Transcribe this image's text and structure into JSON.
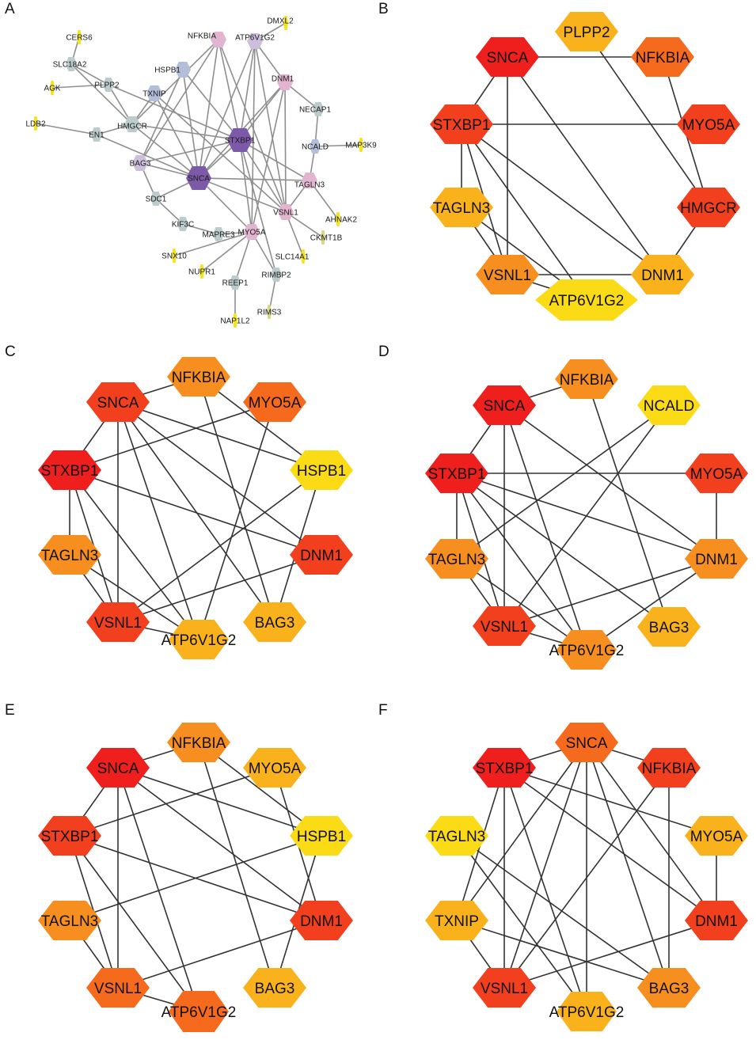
{
  "panel_letters": [
    "A",
    "B",
    "C",
    "D",
    "E",
    "F"
  ],
  "colors": {
    "edge": "#333333",
    "edge_network": "#8f8f8f",
    "score_scale": [
      "#ee1f1c",
      "#f2401f",
      "#f56a1c",
      "#f68f20",
      "#f9b21b",
      "#fbda16"
    ],
    "network_classes": {
      "core": "#7c5aa8",
      "pink": "#e3b4d0",
      "lavender": "#cdbfdc",
      "blue": "#b3bfd9",
      "teal": "#bccccc",
      "olive": "#d8d488",
      "yellow": "#f4e321"
    }
  },
  "network": {
    "nodes": [
      {
        "id": "SNCA",
        "label": "SNCA",
        "class": "core",
        "size": "large"
      },
      {
        "id": "STXBP1",
        "label": "STXBP1",
        "class": "core",
        "size": "large"
      },
      {
        "id": "NFKBIA",
        "label": "NFKBIA",
        "class": "pink",
        "size": "medium"
      },
      {
        "id": "ATP6V1G2",
        "label": "ATP6V1G2",
        "class": "lavender",
        "size": "medium"
      },
      {
        "id": "DNM1",
        "label": "DNM1",
        "class": "pink",
        "size": "medium"
      },
      {
        "id": "DMXL2",
        "label": "DMXL2",
        "class": "yellow",
        "size": "tiny"
      },
      {
        "id": "HSPB1",
        "label": "HSPB1",
        "class": "blue",
        "size": "medium"
      },
      {
        "id": "TXNIP",
        "label": "TXNIP",
        "class": "blue",
        "size": "medium"
      },
      {
        "id": "PLPP2",
        "label": "PLPP2",
        "class": "teal",
        "size": "small"
      },
      {
        "id": "SLC18A2",
        "label": "SLC18A2",
        "class": "teal",
        "size": "small"
      },
      {
        "id": "CERS6",
        "label": "CERS6",
        "class": "yellow",
        "size": "tiny"
      },
      {
        "id": "AGK",
        "label": "AGK",
        "class": "yellow",
        "size": "tiny"
      },
      {
        "id": "HMGCR",
        "label": "HMGCR",
        "class": "teal",
        "size": "medium"
      },
      {
        "id": "LDB2",
        "label": "LDB2",
        "class": "yellow",
        "size": "tiny"
      },
      {
        "id": "EN1",
        "label": "EN1",
        "class": "teal",
        "size": "small"
      },
      {
        "id": "BAG3",
        "label": "BAG3",
        "class": "lavender",
        "size": "medium"
      },
      {
        "id": "NECAP1",
        "label": "NECAP1",
        "class": "teal",
        "size": "small"
      },
      {
        "id": "NCALD",
        "label": "NCALD",
        "class": "blue",
        "size": "small"
      },
      {
        "id": "MAP3K9",
        "label": "MAP3K9",
        "class": "yellow",
        "size": "tiny"
      },
      {
        "id": "TAGLN3",
        "label": "TAGLN3",
        "class": "pink",
        "size": "medium"
      },
      {
        "id": "SDC1",
        "label": "SDC1",
        "class": "teal",
        "size": "small"
      },
      {
        "id": "VSNL1",
        "label": "VSNL1",
        "class": "pink",
        "size": "medium"
      },
      {
        "id": "AHNAK2",
        "label": "AHNAK2",
        "class": "yellow",
        "size": "tiny"
      },
      {
        "id": "KIF3C",
        "label": "KIF3C",
        "class": "teal",
        "size": "small"
      },
      {
        "id": "MAPRE3",
        "label": "MAPRE3",
        "class": "teal",
        "size": "small"
      },
      {
        "id": "MYO5A",
        "label": "MYO5A",
        "class": "pink",
        "size": "medium"
      },
      {
        "id": "CKMT1B",
        "label": "CKMT1B",
        "class": "olive",
        "size": "tiny"
      },
      {
        "id": "SNX10",
        "label": "SNX10",
        "class": "yellow",
        "size": "tiny"
      },
      {
        "id": "SLC14A1",
        "label": "SLC14A1",
        "class": "yellow",
        "size": "tiny"
      },
      {
        "id": "NUPR1",
        "label": "NUPR1",
        "class": "yellow",
        "size": "tiny"
      },
      {
        "id": "REEP1",
        "label": "REEP1",
        "class": "teal",
        "size": "small"
      },
      {
        "id": "RIMBP2",
        "label": "RIMBP2",
        "class": "teal",
        "size": "small"
      },
      {
        "id": "RIMS3",
        "label": "RIMS3",
        "class": "olive",
        "size": "tiny"
      },
      {
        "id": "NAP1L2",
        "label": "NAP1L2",
        "class": "yellow",
        "size": "tiny"
      }
    ],
    "edges": [
      [
        "CERS6",
        "SLC18A2"
      ],
      [
        "SLC18A2",
        "PLPP2"
      ],
      [
        "SLC18A2",
        "HMGCR"
      ],
      [
        "AGK",
        "PLPP2"
      ],
      [
        "PLPP2",
        "HMGCR"
      ],
      [
        "PLPP2",
        "STXBP1"
      ],
      [
        "LDB2",
        "EN1"
      ],
      [
        "EN1",
        "HMGCR"
      ],
      [
        "EN1",
        "SNCA"
      ],
      [
        "TXNIP",
        "HMGCR"
      ],
      [
        "TXNIP",
        "SNCA"
      ],
      [
        "TXNIP",
        "VSNL1"
      ],
      [
        "HMGCR",
        "SNCA"
      ],
      [
        "HMGCR",
        "STXBP1"
      ],
      [
        "HSPB1",
        "SNCA"
      ],
      [
        "HSPB1",
        "BAG3"
      ],
      [
        "HSPB1",
        "STXBP1"
      ],
      [
        "NFKBIA",
        "SNCA"
      ],
      [
        "NFKBIA",
        "STXBP1"
      ],
      [
        "NFKBIA",
        "BAG3"
      ],
      [
        "NFKBIA",
        "VSNL1"
      ],
      [
        "NFKBIA",
        "HMGCR"
      ],
      [
        "ATP6V1G2",
        "STXBP1"
      ],
      [
        "ATP6V1G2",
        "SNCA"
      ],
      [
        "ATP6V1G2",
        "MYO5A"
      ],
      [
        "ATP6V1G2",
        "DNM1"
      ],
      [
        "ATP6V1G2",
        "VSNL1"
      ],
      [
        "DMXL2",
        "ATP6V1G2"
      ],
      [
        "DNM1",
        "STXBP1"
      ],
      [
        "DNM1",
        "SNCA"
      ],
      [
        "DNM1",
        "VSNL1"
      ],
      [
        "DNM1",
        "NECAP1"
      ],
      [
        "DNM1",
        "MYO5A"
      ],
      [
        "NECAP1",
        "NCALD"
      ],
      [
        "NCALD",
        "MAP3K9"
      ],
      [
        "NCALD",
        "TAGLN3"
      ],
      [
        "TAGLN3",
        "STXBP1"
      ],
      [
        "TAGLN3",
        "SNCA"
      ],
      [
        "TAGLN3",
        "VSNL1"
      ],
      [
        "TAGLN3",
        "AHNAK2"
      ],
      [
        "BAG3",
        "SNCA"
      ],
      [
        "BAG3",
        "STXBP1"
      ],
      [
        "BAG3",
        "SDC1"
      ],
      [
        "SDC1",
        "SNCA"
      ],
      [
        "SDC1",
        "KIF3C"
      ],
      [
        "KIF3C",
        "MAPRE3"
      ],
      [
        "MAPRE3",
        "MYO5A"
      ],
      [
        "MYO5A",
        "STXBP1"
      ],
      [
        "MYO5A",
        "SNCA"
      ],
      [
        "MYO5A",
        "SNX10"
      ],
      [
        "MYO5A",
        "NUPR1"
      ],
      [
        "MYO5A",
        "REEP1"
      ],
      [
        "MYO5A",
        "RIMBP2"
      ],
      [
        "VSNL1",
        "STXBP1"
      ],
      [
        "VSNL1",
        "SNCA"
      ],
      [
        "VSNL1",
        "CKMT1B"
      ],
      [
        "VSNL1",
        "SLC14A1"
      ],
      [
        "STXBP1",
        "SNCA"
      ],
      [
        "REEP1",
        "NAP1L2"
      ],
      [
        "RIMBP2",
        "RIMS3"
      ],
      [
        "RIMBP2",
        "STXBP1"
      ]
    ]
  },
  "panels": [
    {
      "letter": "B",
      "nodes": [
        {
          "id": "SNCA",
          "label": "SNCA",
          "rank": 0
        },
        {
          "id": "PLPP2",
          "label": "PLPP2",
          "rank": 4
        },
        {
          "id": "NFKBIA",
          "label": "NFKBIA",
          "rank": 2
        },
        {
          "id": "MYO5A",
          "label": "MYO5A",
          "rank": 1
        },
        {
          "id": "HMGCR",
          "label": "HMGCR",
          "rank": 1
        },
        {
          "id": "DNM1",
          "label": "DNM1",
          "rank": 4
        },
        {
          "id": "ATP6V1G2",
          "label": "ATP6V1G2",
          "rank": 5
        },
        {
          "id": "VSNL1",
          "label": "VSNL1",
          "rank": 3
        },
        {
          "id": "TAGLN3",
          "label": "TAGLN3",
          "rank": 4
        },
        {
          "id": "STXBP1",
          "label": "STXBP1",
          "rank": 1
        }
      ],
      "edges": [
        [
          "SNCA",
          "NFKBIA"
        ],
        [
          "SNCA",
          "STXBP1"
        ],
        [
          "SNCA",
          "VSNL1"
        ],
        [
          "SNCA",
          "DNM1"
        ],
        [
          "PLPP2",
          "HMGCR"
        ],
        [
          "NFKBIA",
          "HMGCR"
        ],
        [
          "STXBP1",
          "MYO5A"
        ],
        [
          "STXBP1",
          "DNM1"
        ],
        [
          "STXBP1",
          "ATP6V1G2"
        ],
        [
          "STXBP1",
          "VSNL1"
        ],
        [
          "STXBP1",
          "TAGLN3"
        ],
        [
          "HMGCR",
          "DNM1"
        ],
        [
          "TAGLN3",
          "VSNL1"
        ],
        [
          "TAGLN3",
          "ATP6V1G2"
        ],
        [
          "VSNL1",
          "ATP6V1G2"
        ],
        [
          "VSNL1",
          "DNM1"
        ]
      ]
    },
    {
      "letter": "C",
      "nodes": [
        {
          "id": "NFKBIA",
          "label": "NFKBIA",
          "rank": 3
        },
        {
          "id": "MYO5A",
          "label": "MYO5A",
          "rank": 2
        },
        {
          "id": "HSPB1",
          "label": "HSPB1",
          "rank": 5
        },
        {
          "id": "DNM1",
          "label": "DNM1",
          "rank": 1
        },
        {
          "id": "BAG3",
          "label": "BAG3",
          "rank": 4
        },
        {
          "id": "ATP6V1G2",
          "label": "ATP6V1G2",
          "rank": 4
        },
        {
          "id": "VSNL1",
          "label": "VSNL1",
          "rank": 1
        },
        {
          "id": "TAGLN3",
          "label": "TAGLN3",
          "rank": 3
        },
        {
          "id": "STXBP1",
          "label": "STXBP1",
          "rank": 0
        },
        {
          "id": "SNCA",
          "label": "SNCA",
          "rank": 1
        }
      ],
      "edges": [
        [
          "SNCA",
          "NFKBIA"
        ],
        [
          "SNCA",
          "STXBP1"
        ],
        [
          "SNCA",
          "VSNL1"
        ],
        [
          "SNCA",
          "HSPB1"
        ],
        [
          "SNCA",
          "DNM1"
        ],
        [
          "SNCA",
          "ATP6V1G2"
        ],
        [
          "SNCA",
          "BAG3"
        ],
        [
          "NFKBIA",
          "HSPB1"
        ],
        [
          "NFKBIA",
          "BAG3"
        ],
        [
          "MYO5A",
          "STXBP1"
        ],
        [
          "MYO5A",
          "ATP6V1G2"
        ],
        [
          "HSPB1",
          "BAG3"
        ],
        [
          "HSPB1",
          "VSNL1"
        ],
        [
          "STXBP1",
          "DNM1"
        ],
        [
          "STXBP1",
          "VSNL1"
        ],
        [
          "STXBP1",
          "ATP6V1G2"
        ],
        [
          "STXBP1",
          "TAGLN3"
        ],
        [
          "TAGLN3",
          "VSNL1"
        ],
        [
          "TAGLN3",
          "ATP6V1G2"
        ],
        [
          "VSNL1",
          "ATP6V1G2"
        ],
        [
          "VSNL1",
          "DNM1"
        ]
      ]
    },
    {
      "letter": "D",
      "nodes": [
        {
          "id": "NFKBIA",
          "label": "NFKBIA",
          "rank": 3
        },
        {
          "id": "NCALD",
          "label": "NCALD",
          "rank": 5
        },
        {
          "id": "MYO5A",
          "label": "MYO5A",
          "rank": 1
        },
        {
          "id": "DNM1",
          "label": "DNM1",
          "rank": 3
        },
        {
          "id": "BAG3",
          "label": "BAG3",
          "rank": 4
        },
        {
          "id": "ATP6V1G2",
          "label": "ATP6V1G2",
          "rank": 3
        },
        {
          "id": "VSNL1",
          "label": "VSNL1",
          "rank": 1
        },
        {
          "id": "TAGLN3",
          "label": "TAGLN3",
          "rank": 3
        },
        {
          "id": "STXBP1",
          "label": "STXBP1",
          "rank": 0
        },
        {
          "id": "SNCA",
          "label": "SNCA",
          "rank": 0
        }
      ],
      "edges": [
        [
          "SNCA",
          "NFKBIA"
        ],
        [
          "SNCA",
          "STXBP1"
        ],
        [
          "SNCA",
          "VSNL1"
        ],
        [
          "SNCA",
          "DNM1"
        ],
        [
          "SNCA",
          "ATP6V1G2"
        ],
        [
          "NFKBIA",
          "BAG3"
        ],
        [
          "NCALD",
          "TAGLN3"
        ],
        [
          "NCALD",
          "VSNL1"
        ],
        [
          "MYO5A",
          "STXBP1"
        ],
        [
          "MYO5A",
          "DNM1"
        ],
        [
          "STXBP1",
          "DNM1"
        ],
        [
          "STXBP1",
          "VSNL1"
        ],
        [
          "STXBP1",
          "ATP6V1G2"
        ],
        [
          "STXBP1",
          "BAG3"
        ],
        [
          "STXBP1",
          "TAGLN3"
        ],
        [
          "TAGLN3",
          "VSNL1"
        ],
        [
          "TAGLN3",
          "ATP6V1G2"
        ],
        [
          "VSNL1",
          "ATP6V1G2"
        ],
        [
          "VSNL1",
          "DNM1"
        ],
        [
          "DNM1",
          "ATP6V1G2"
        ]
      ]
    },
    {
      "letter": "E",
      "nodes": [
        {
          "id": "NFKBIA",
          "label": "NFKBIA",
          "rank": 3
        },
        {
          "id": "MYO5A",
          "label": "MYO5A",
          "rank": 4
        },
        {
          "id": "HSPB1",
          "label": "HSPB1",
          "rank": 5
        },
        {
          "id": "DNM1",
          "label": "DNM1",
          "rank": 1
        },
        {
          "id": "BAG3",
          "label": "BAG3",
          "rank": 4
        },
        {
          "id": "ATP6V1G2",
          "label": "ATP6V1G2",
          "rank": 2
        },
        {
          "id": "VSNL1",
          "label": "VSNL1",
          "rank": 2
        },
        {
          "id": "TAGLN3",
          "label": "TAGLN3",
          "rank": 3
        },
        {
          "id": "STXBP1",
          "label": "STXBP1",
          "rank": 1
        },
        {
          "id": "SNCA",
          "label": "SNCA",
          "rank": 0
        }
      ],
      "edges": [
        [
          "SNCA",
          "NFKBIA"
        ],
        [
          "SNCA",
          "STXBP1"
        ],
        [
          "SNCA",
          "VSNL1"
        ],
        [
          "SNCA",
          "HSPB1"
        ],
        [
          "SNCA",
          "DNM1"
        ],
        [
          "SNCA",
          "ATP6V1G2"
        ],
        [
          "NFKBIA",
          "HSPB1"
        ],
        [
          "NFKBIA",
          "BAG3"
        ],
        [
          "MYO5A",
          "STXBP1"
        ],
        [
          "MYO5A",
          "DNM1"
        ],
        [
          "HSPB1",
          "TAGLN3"
        ],
        [
          "HSPB1",
          "BAG3"
        ],
        [
          "STXBP1",
          "DNM1"
        ],
        [
          "STXBP1",
          "VSNL1"
        ],
        [
          "STXBP1",
          "ATP6V1G2"
        ],
        [
          "TAGLN3",
          "VSNL1"
        ],
        [
          "VSNL1",
          "ATP6V1G2"
        ],
        [
          "VSNL1",
          "DNM1"
        ]
      ]
    },
    {
      "letter": "F",
      "nodes": [
        {
          "id": "SNCA",
          "label": "SNCA",
          "rank": 2
        },
        {
          "id": "NFKBIA",
          "label": "NFKBIA",
          "rank": 1
        },
        {
          "id": "MYO5A",
          "label": "MYO5A",
          "rank": 4
        },
        {
          "id": "DNM1",
          "label": "DNM1",
          "rank": 1
        },
        {
          "id": "BAG3",
          "label": "BAG3",
          "rank": 3
        },
        {
          "id": "ATP6V1G2",
          "label": "ATP6V1G2",
          "rank": 4
        },
        {
          "id": "VSNL1",
          "label": "VSNL1",
          "rank": 1
        },
        {
          "id": "TXNIP",
          "label": "TXNIP",
          "rank": 4
        },
        {
          "id": "TAGLN3",
          "label": "TAGLN3",
          "rank": 5
        },
        {
          "id": "STXBP1",
          "label": "STXBP1",
          "rank": 0
        }
      ],
      "edges": [
        [
          "SNCA",
          "STXBP1"
        ],
        [
          "SNCA",
          "NFKBIA"
        ],
        [
          "SNCA",
          "TXNIP"
        ],
        [
          "SNCA",
          "VSNL1"
        ],
        [
          "SNCA",
          "ATP6V1G2"
        ],
        [
          "SNCA",
          "DNM1"
        ],
        [
          "SNCA",
          "BAG3"
        ],
        [
          "STXBP1",
          "VSNL1"
        ],
        [
          "STXBP1",
          "MYO5A"
        ],
        [
          "STXBP1",
          "DNM1"
        ],
        [
          "STXBP1",
          "ATP6V1G2"
        ],
        [
          "STXBP1",
          "TXNIP"
        ],
        [
          "NFKBIA",
          "BAG3"
        ],
        [
          "NFKBIA",
          "VSNL1"
        ],
        [
          "MYO5A",
          "DNM1"
        ],
        [
          "DNM1",
          "VSNL1"
        ],
        [
          "TAGLN3",
          "BAG3"
        ],
        [
          "TAGLN3",
          "ATP6V1G2"
        ],
        [
          "TXNIP",
          "VSNL1"
        ],
        [
          "TXNIP",
          "BAG3"
        ]
      ]
    }
  ]
}
